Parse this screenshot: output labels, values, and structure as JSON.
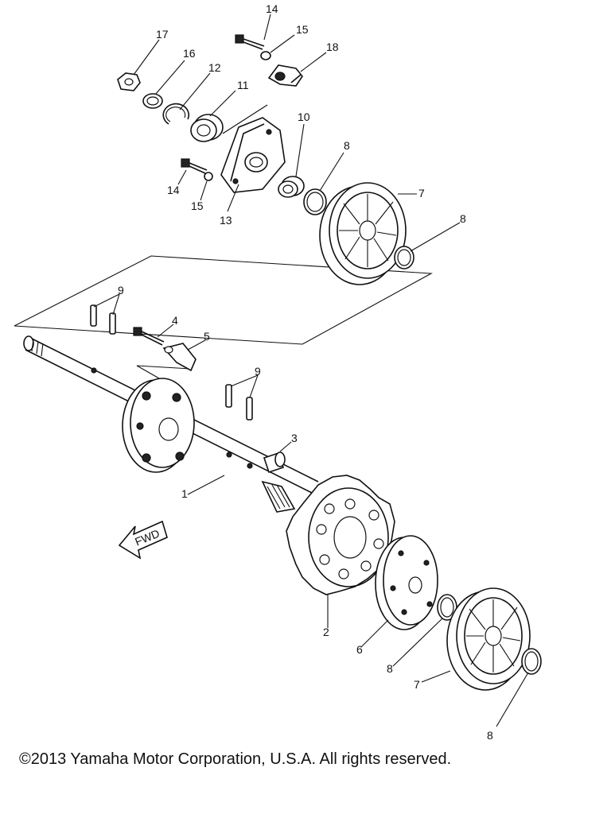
{
  "fwd_label": "FWD",
  "copyright": "©2013 Yamaha Motor Corporation, U.S.A. All rights reserved.",
  "callouts": [
    "14",
    "15",
    "17",
    "16",
    "12",
    "11",
    "18",
    "10",
    "8",
    "7",
    "8",
    "14",
    "15",
    "13",
    "9",
    "4",
    "5",
    "9",
    "3",
    "1",
    "2",
    "6",
    "8",
    "7",
    "8"
  ]
}
